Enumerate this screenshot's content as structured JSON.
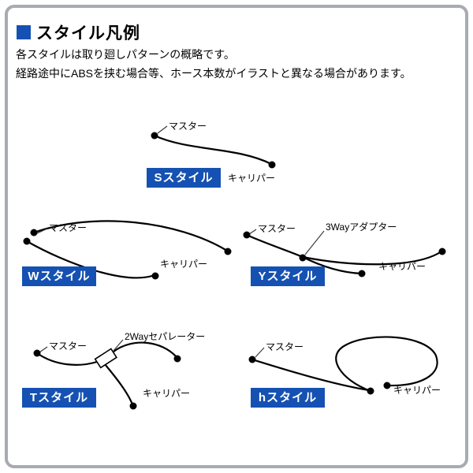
{
  "header": {
    "title": "スタイル凡例",
    "description_lines": [
      "各スタイルは取り廻しパターンの概略です。",
      "経路途中にABSを挟む場合等、ホース本数がイラストと異なる場合があります。"
    ]
  },
  "labels": {
    "master": "マスター",
    "caliper": "キャリパー",
    "three_way_adapter": "3Wayアダプター",
    "two_way_separator": "2Wayセパレーター"
  },
  "styles": {
    "s": {
      "label": "Sスタイル"
    },
    "w": {
      "label": "Wスタイル"
    },
    "y": {
      "label": "Yスタイル"
    },
    "t": {
      "label": "Tスタイル"
    },
    "h": {
      "label": "hスタイル"
    }
  },
  "colors": {
    "accent_blue": "#1551b2",
    "hose_black": "#000000",
    "frame_gray": "#a9abb3"
  }
}
